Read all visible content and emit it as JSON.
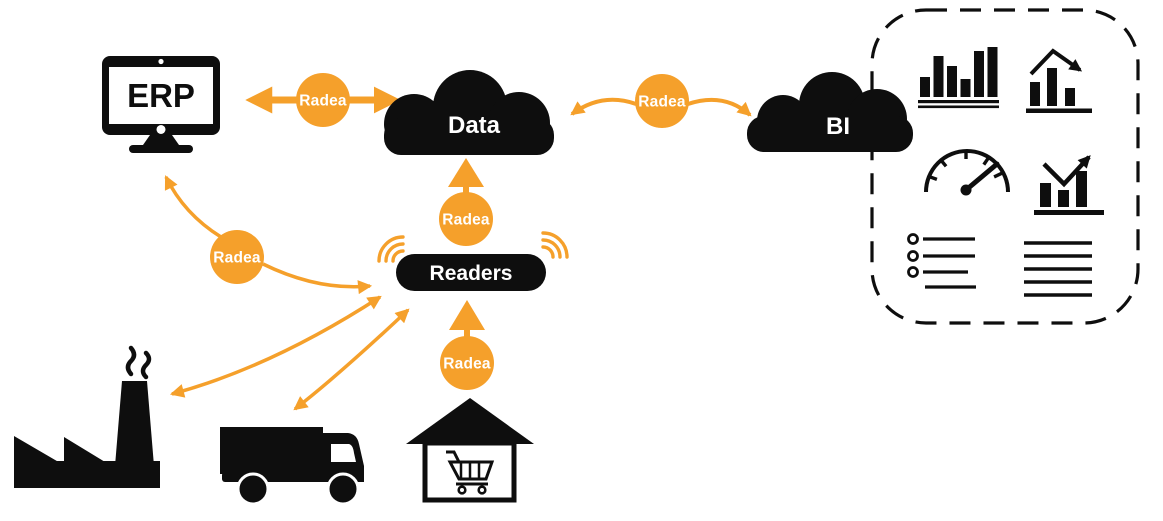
{
  "colors": {
    "accent": "#F5A02B",
    "ink": "#0E0E0E",
    "background": "#FFFFFF"
  },
  "diagram": {
    "nodes": {
      "erp": {
        "label": "ERP",
        "type": "monitor-icon"
      },
      "data_cloud": {
        "label": "Data",
        "type": "cloud-icon"
      },
      "bi_cloud": {
        "label": "BI",
        "type": "cloud-icon"
      },
      "readers": {
        "label": "Readers",
        "type": "rfid-reader-pill-with-signal-waves"
      },
      "factory": {
        "type": "factory-icon"
      },
      "truck": {
        "type": "delivery-truck-icon"
      },
      "store": {
        "type": "store-with-shopping-cart-icon"
      }
    },
    "connectors": [
      {
        "label": "Radea",
        "from": "ERP",
        "to": "Data",
        "style": "double-headed-straight-arrow"
      },
      {
        "label": "Radea",
        "from": "Data",
        "to": "BI",
        "style": "double-headed-curved-arrow"
      },
      {
        "label": "Radea",
        "from": "Readers",
        "to": "Data",
        "style": "upward-arrow"
      },
      {
        "label": "Radea",
        "from": "Readers-side",
        "to": "ERP and Readers",
        "style": "curved-arrows"
      },
      {
        "label": "Radea",
        "from": "Store",
        "to": "Readers",
        "style": "upward-arrow"
      }
    ],
    "plain_links": [
      {
        "from": "Factory",
        "to": "Readers",
        "style": "double-headed-curved-arrow"
      },
      {
        "from": "Truck",
        "to": "Readers",
        "style": "double-headed-curved-arrow"
      }
    ]
  },
  "bi_panel": {
    "border": "dashed-rounded-rectangle",
    "icons": [
      "bar-chart",
      "bar-chart-declining-arrow",
      "gauge",
      "bar-chart-rising-arrow",
      "bullet-list",
      "text-lines"
    ]
  }
}
